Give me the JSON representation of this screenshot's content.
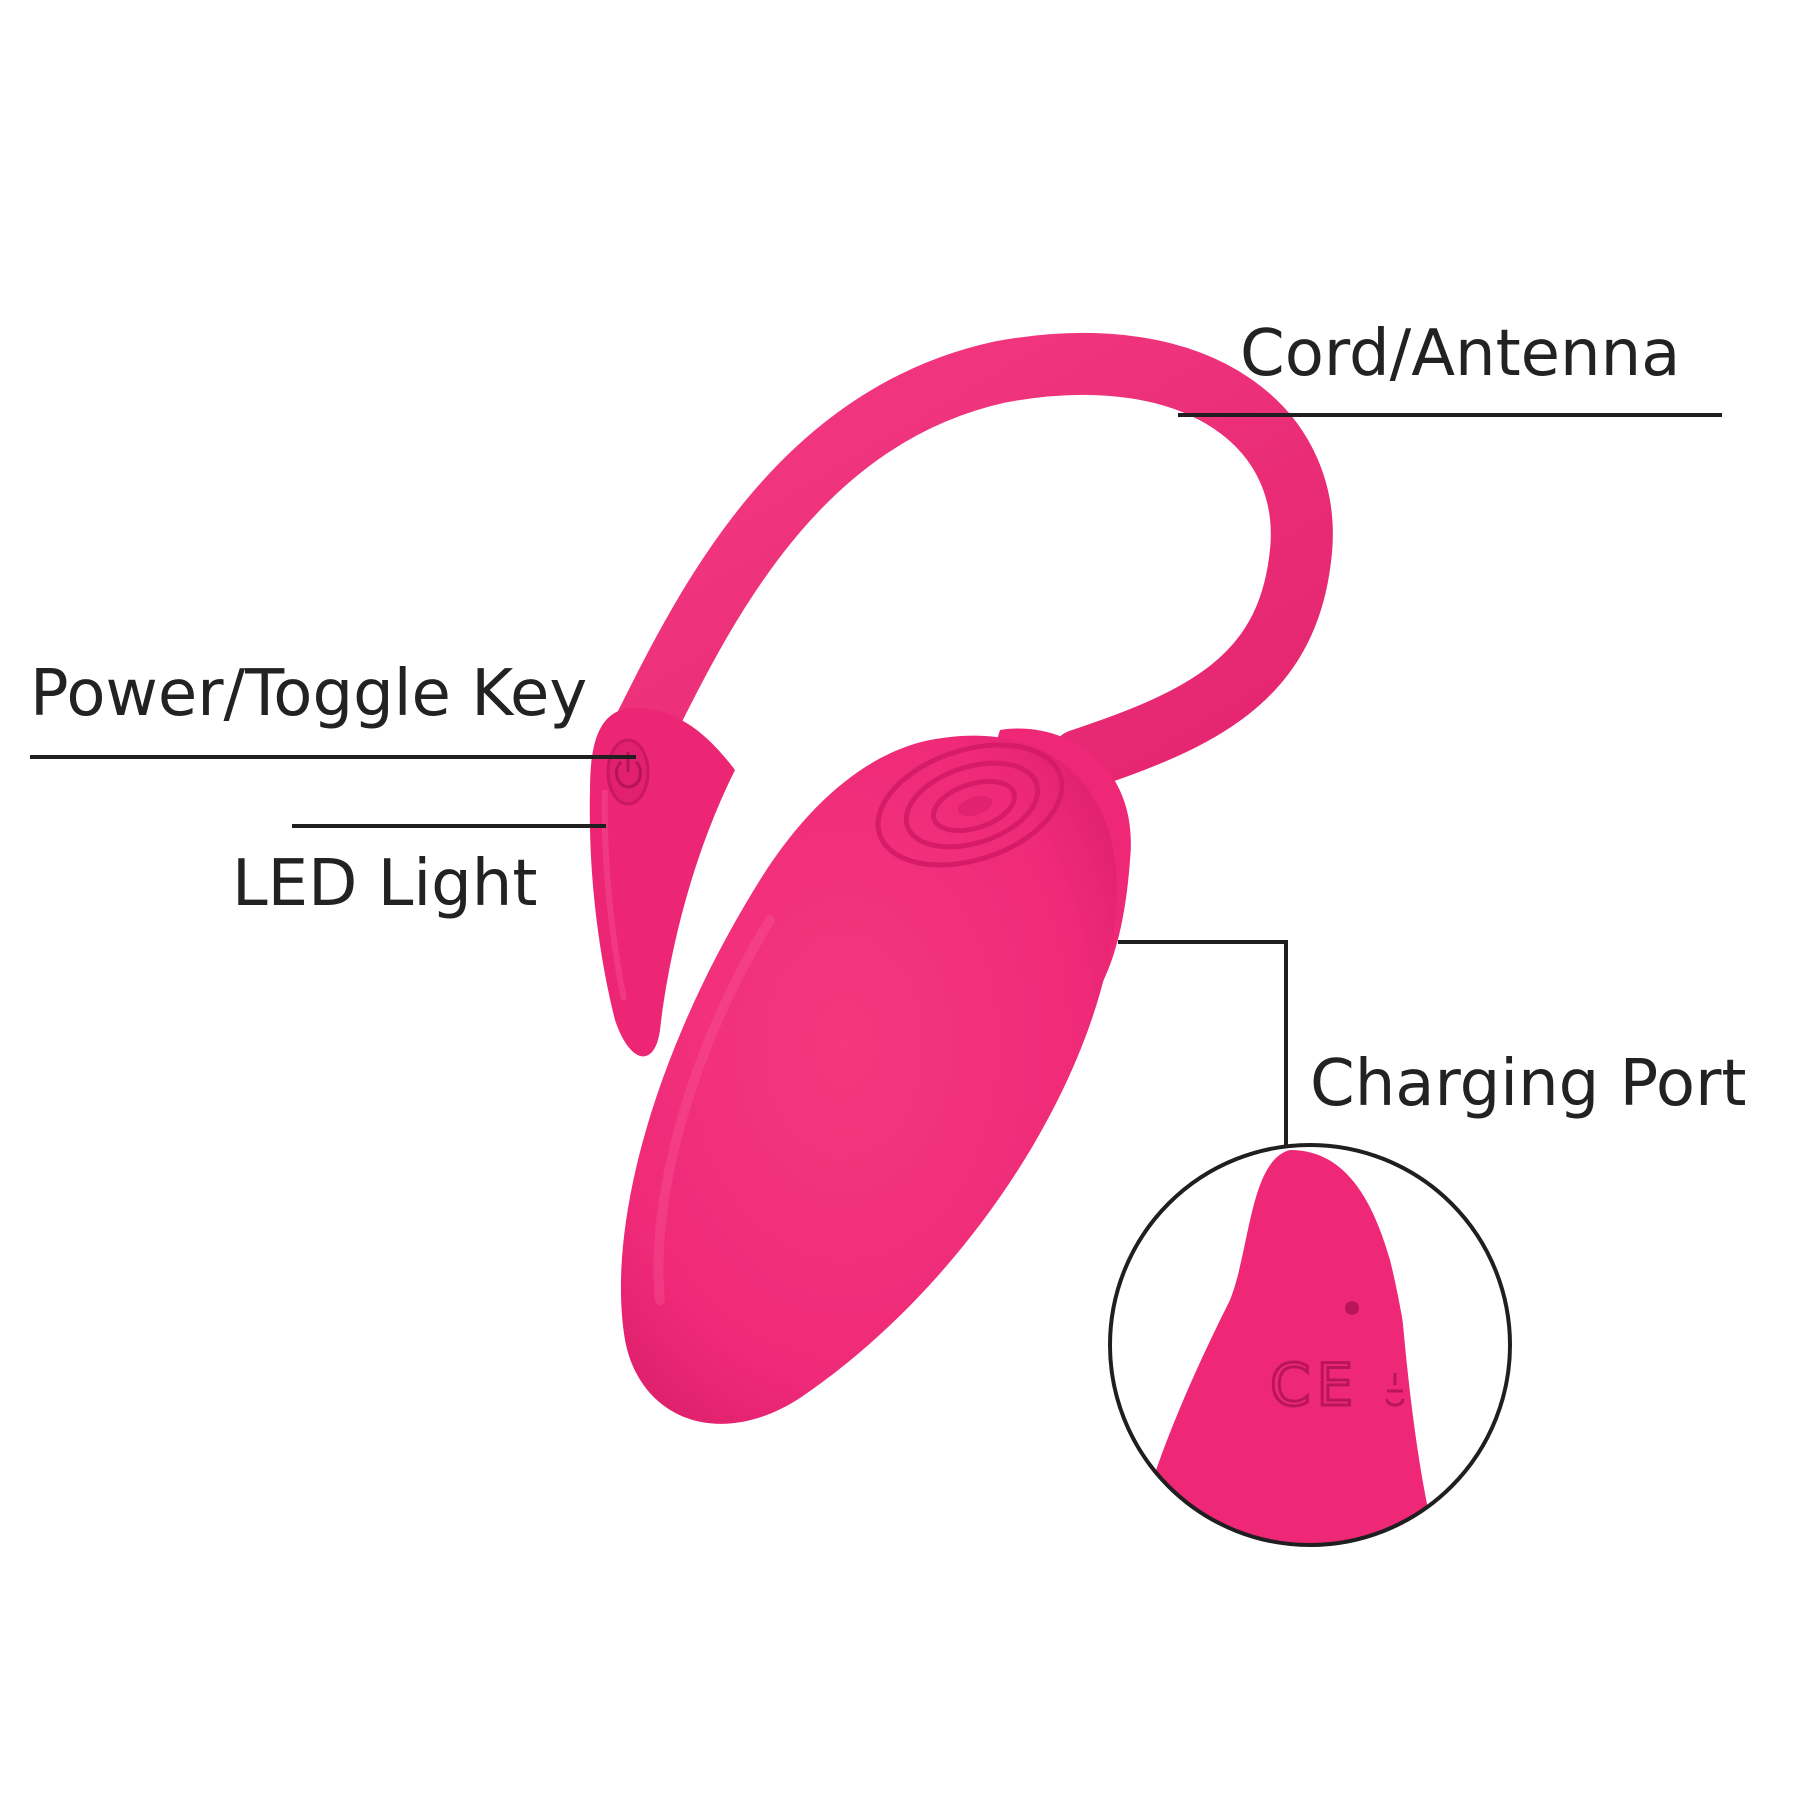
{
  "colors": {
    "product_pink": "#f22b7d",
    "product_shadow": "#d41e67",
    "product_highlight": "#fb5b9a",
    "label_text": "#222222",
    "leader_line": "#1f1f1f"
  },
  "callouts": {
    "cord_antenna": "Cord/Antenna",
    "power_toggle_key": "Power/Toggle Key",
    "led_light": "LED Light",
    "charging_port": "Charging Port"
  },
  "detail_inset": {
    "ce_mark": "CE"
  },
  "icons": {
    "power_button": "power-icon",
    "ce_mark": "ce-mark-icon"
  }
}
